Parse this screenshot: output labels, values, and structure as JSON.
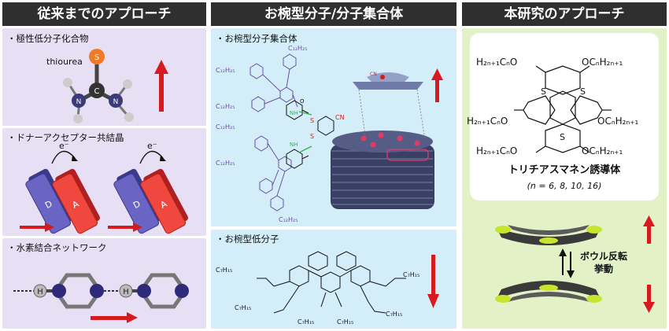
{
  "col1": {
    "title": "従来までのアプローチ",
    "p1": {
      "label": "・極性低分子化合物",
      "molecule": "thiourea",
      "atom_s": "S",
      "atom_c": "C",
      "atom_n": "N",
      "atom_h": "H"
    },
    "p2": {
      "label": "・ドナーアクセプター共結晶",
      "electron": "e⁻",
      "donor": "D",
      "acceptor": "A"
    },
    "p3": {
      "label": "・水素結合ネットワーク",
      "atom_h": "H"
    }
  },
  "col2": {
    "title": "お椀型分子/分子集合体",
    "p1": {
      "label": "・お椀型分子集合体",
      "c12": "C₁₂H₂₅",
      "cn": "CN",
      "s": "S",
      "nh": "NH",
      "o": "O"
    },
    "p2": {
      "label": "・お椀型低分子",
      "c7": "C₇H₁₅"
    }
  },
  "col3": {
    "title": "本研究のアプローチ",
    "s_atom": "S",
    "sub_tl": "H₂ₙ₊₁CₙO",
    "sub_tr": "OCₙH₂ₙ₊₁",
    "sub_ml": "H₂ₙ₊₁CₙO",
    "sub_mr": "OCₙH₂ₙ₊₁",
    "sub_bl": "H₂ₙ₊₁CₙO",
    "sub_br": "OCₙH₂ₙ₊₁",
    "compound": "トリチアスマネン誘導体",
    "n_values": "(n = 6, 8, 10, 16)",
    "flip_label": "ボウル反転\n挙動"
  },
  "colors": {
    "red": "#d71920",
    "purple_panel": "#e7e0f4",
    "blue_panel": "#d4eef9",
    "green_panel": "#e2f2c6",
    "header": "#2f2f2f"
  }
}
